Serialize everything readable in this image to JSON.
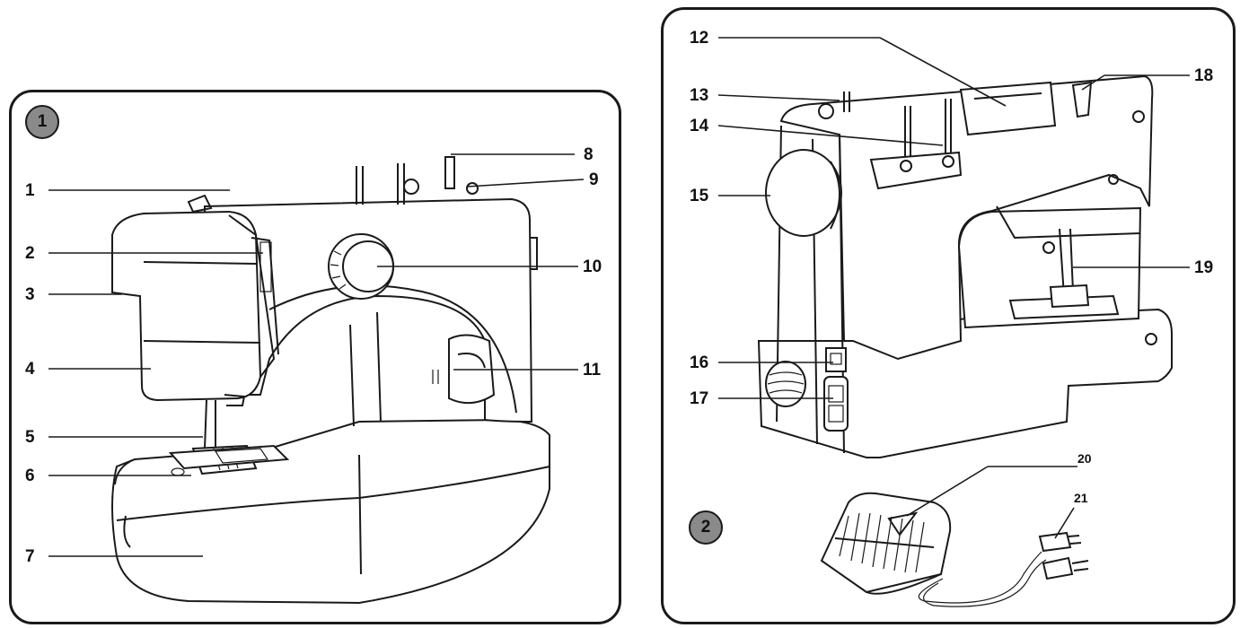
{
  "figure1": {
    "badge": "1",
    "labels": [
      "1",
      "2",
      "3",
      "4",
      "5",
      "6",
      "7",
      "8",
      "9",
      "10",
      "11"
    ]
  },
  "figure2": {
    "badge": "2",
    "labels": [
      "12",
      "13",
      "14",
      "15",
      "16",
      "17",
      "18",
      "19",
      "20",
      "21"
    ]
  }
}
